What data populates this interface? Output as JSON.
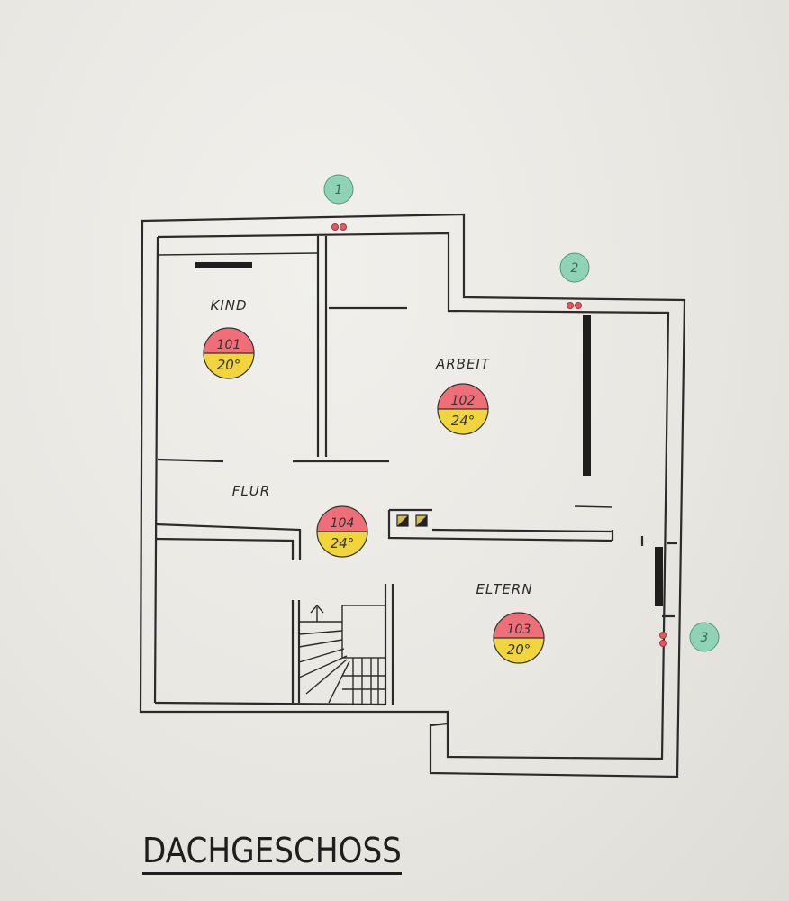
{
  "title": "DACHGESCHOSS",
  "colors": {
    "line": "#2b2b2b",
    "room_number_fill": "#ee6f78",
    "temperature_fill": "#f2d43c",
    "marker_fill": "#8fd3b4",
    "sensor_fill": "#e05a66"
  },
  "rooms": [
    {
      "id": "kind",
      "label": "KIND",
      "number": "101",
      "temperature": "20°"
    },
    {
      "id": "arbeit",
      "label": "ARBEIT",
      "number": "102",
      "temperature": "24°"
    },
    {
      "id": "eltern",
      "label": "ELTERN",
      "number": "103",
      "temperature": "20°"
    },
    {
      "id": "flur",
      "label": "FLUR",
      "number": "104",
      "temperature": "24°"
    }
  ],
  "markers": [
    {
      "id": "m1",
      "label": "1"
    },
    {
      "id": "m2",
      "label": "2"
    },
    {
      "id": "m3",
      "label": "3"
    }
  ]
}
